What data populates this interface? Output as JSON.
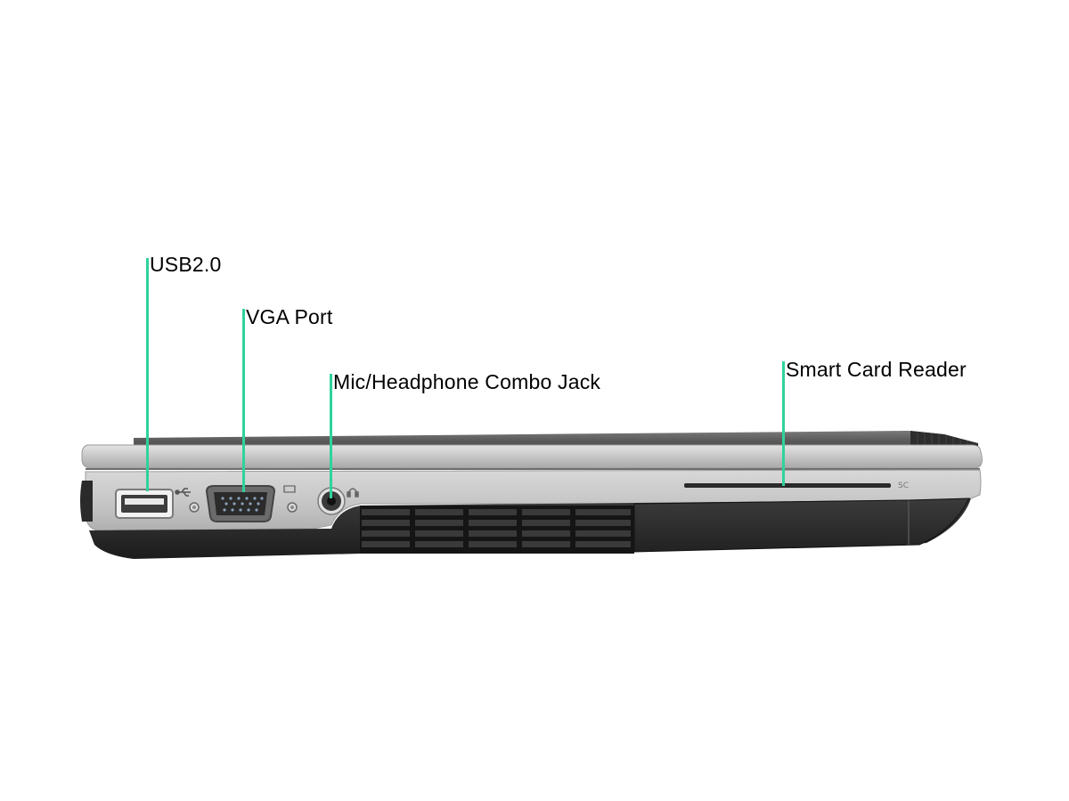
{
  "colors": {
    "callout_line": "#2fd39a",
    "label_text": "#000000",
    "background": "#ffffff"
  },
  "callouts": [
    {
      "id": "usb",
      "label": "USB2.0"
    },
    {
      "id": "vga",
      "label": "VGA Port"
    },
    {
      "id": "audio",
      "label": "Mic/Headphone Combo Jack"
    },
    {
      "id": "smartcard",
      "label": "Smart Card Reader"
    }
  ],
  "device": {
    "name_icon": "laptop-side-view",
    "smartcard_marking": "SC",
    "icons": [
      "usb-symbol-icon",
      "monitor-port-icon",
      "headphone-icon"
    ]
  }
}
